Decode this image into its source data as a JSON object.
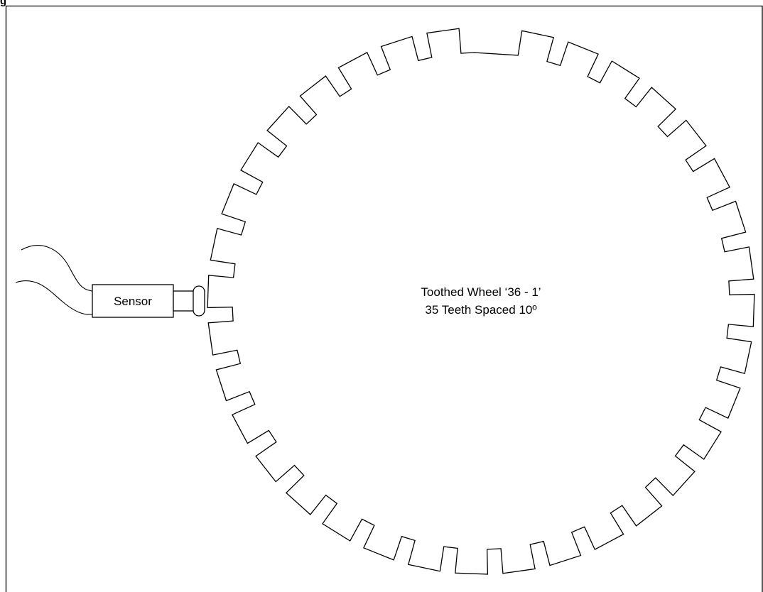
{
  "figure": {
    "label": "g"
  },
  "sensor": {
    "label": "Sensor"
  },
  "wheel": {
    "caption_line1": "Toothed Wheel ‘36 - 1’",
    "caption_line2": "35 Teeth Spaced 10º"
  },
  "colors": {
    "stroke": "#000000",
    "background": "#ffffff"
  }
}
